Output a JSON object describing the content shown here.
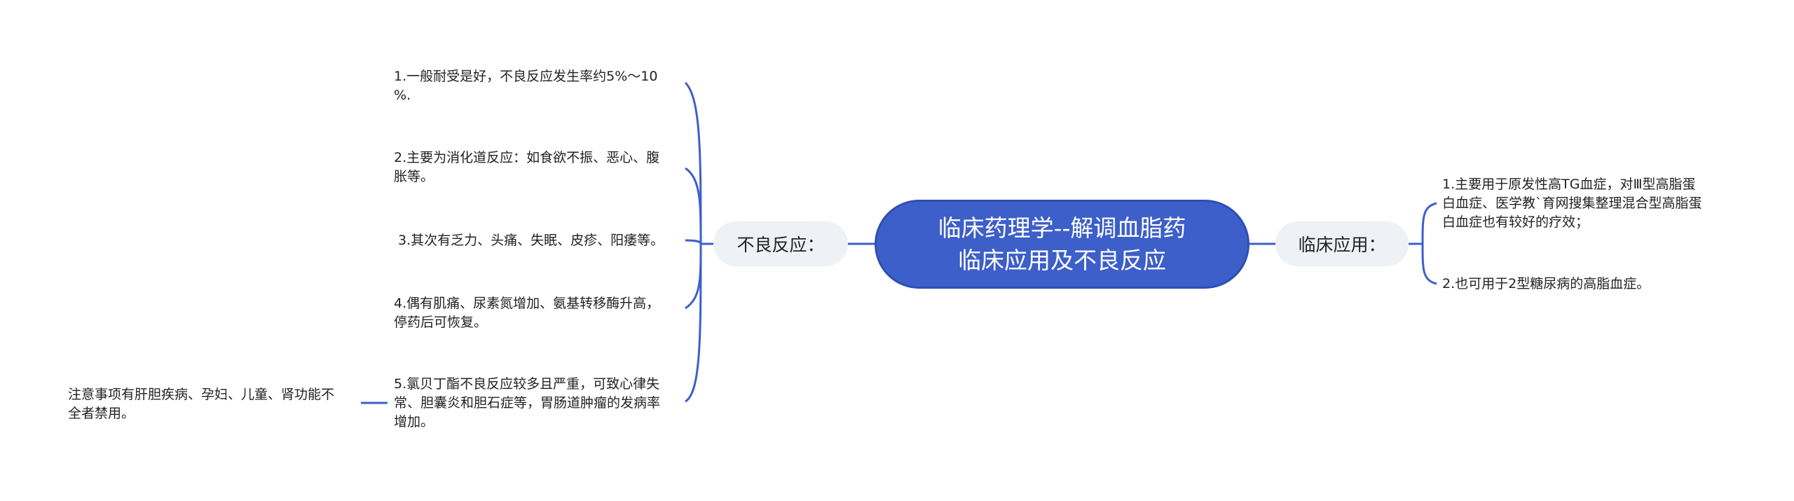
{
  "root": {
    "line1": "临床药理学--解调血脂药",
    "line2": "临床应用及不良反应"
  },
  "branches": {
    "adverse": {
      "label": "不良反应：",
      "items": [
        "1.一般耐受是好，不良反应发生率约5%～10\n%.",
        "2.主要为消化道反应：如食欲不振、恶心、腹\n胀等。",
        " 3.其次有乏力、头痛、失眠、皮疹、阳痿等。",
        "4.偶有肌痛、尿素氮增加、氨基转移酶升高，\n停药后可恢复。",
        "5.氯贝丁酯不良反应较多且严重，可致心律失\n常、胆囊炎和胆石症等，胃肠道肿瘤的发病率\n增加。"
      ],
      "note": "注意事项有肝胆疾病、孕妇、儿童、肾功能不\n全者禁用。"
    },
    "clinical": {
      "label": "临床应用：",
      "items": [
        "1.主要用于原发性高TG血症，对Ⅲ型高脂蛋\n白血症、医学教`育网搜集整理混合型高脂蛋\n白血症也有较好的疗效；",
        "2.也可用于2型糖尿病的高脂血症。"
      ]
    }
  },
  "colors": {
    "accent": "#3d5fc9",
    "branch_bg": "#eef1f5",
    "text": "#222222"
  }
}
